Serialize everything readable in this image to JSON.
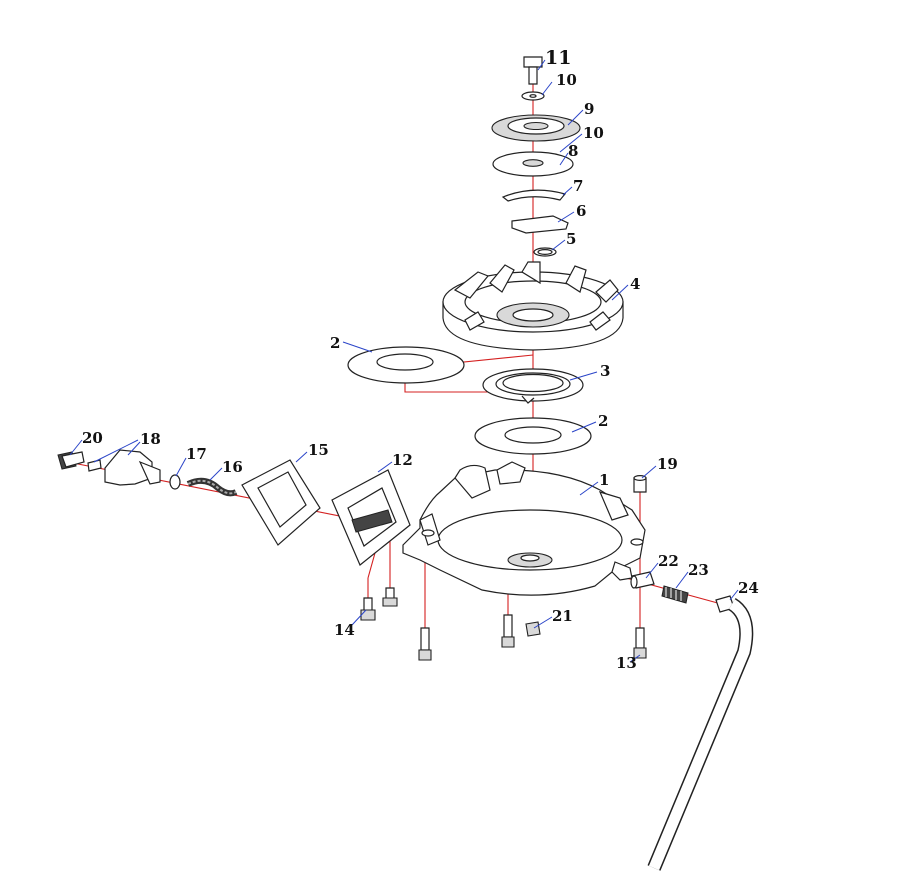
{
  "callouts": [
    {
      "id": "11"
    },
    {
      "id": "10"
    },
    {
      "id": "9"
    },
    {
      "id": "10"
    },
    {
      "id": "8"
    },
    {
      "id": "7"
    },
    {
      "id": "6"
    },
    {
      "id": "5"
    },
    {
      "id": "4"
    },
    {
      "id": "2"
    },
    {
      "id": "3"
    },
    {
      "id": "2"
    },
    {
      "id": "20"
    },
    {
      "id": "18"
    },
    {
      "id": "17"
    },
    {
      "id": "16"
    },
    {
      "id": "15"
    },
    {
      "id": "12"
    },
    {
      "id": "1"
    },
    {
      "id": "19"
    },
    {
      "id": "22"
    },
    {
      "id": "23"
    },
    {
      "id": "24"
    },
    {
      "id": "21"
    },
    {
      "id": "14"
    },
    {
      "id": "13"
    }
  ],
  "colors": {
    "axis_line": "#d42020",
    "leader_line": "#2a44c8",
    "outline": "#222222"
  }
}
